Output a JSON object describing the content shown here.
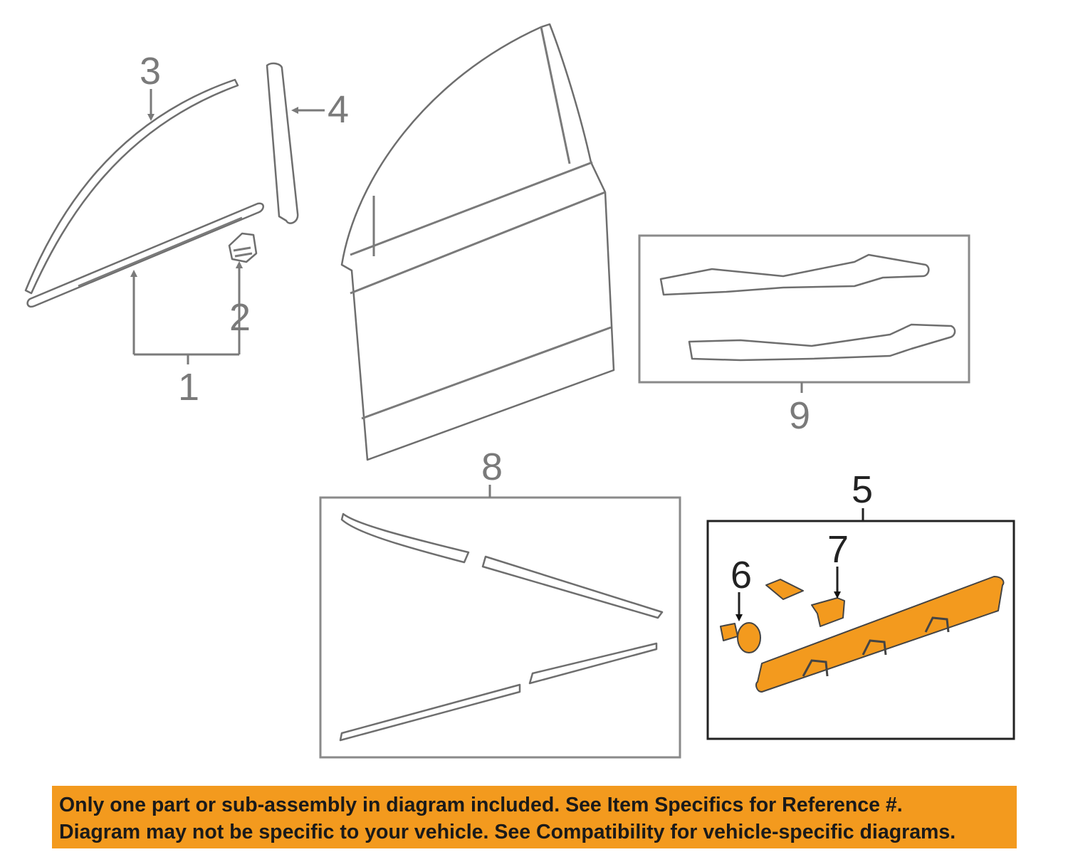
{
  "callouts": {
    "c1": "1",
    "c2": "2",
    "c3": "3",
    "c4": "4",
    "c5": "5",
    "c6": "6",
    "c7": "7",
    "c8": "8",
    "c9": "9"
  },
  "disclaimer": {
    "line1": "Only one part or sub-assembly in diagram included. See Item Specifics for Reference #.",
    "line2": "Diagram may not be specific to your vehicle. See Compatibility for vehicle-specific diagrams."
  },
  "colors": {
    "highlight": "#f39a1e",
    "line": "#7a7a7a"
  }
}
